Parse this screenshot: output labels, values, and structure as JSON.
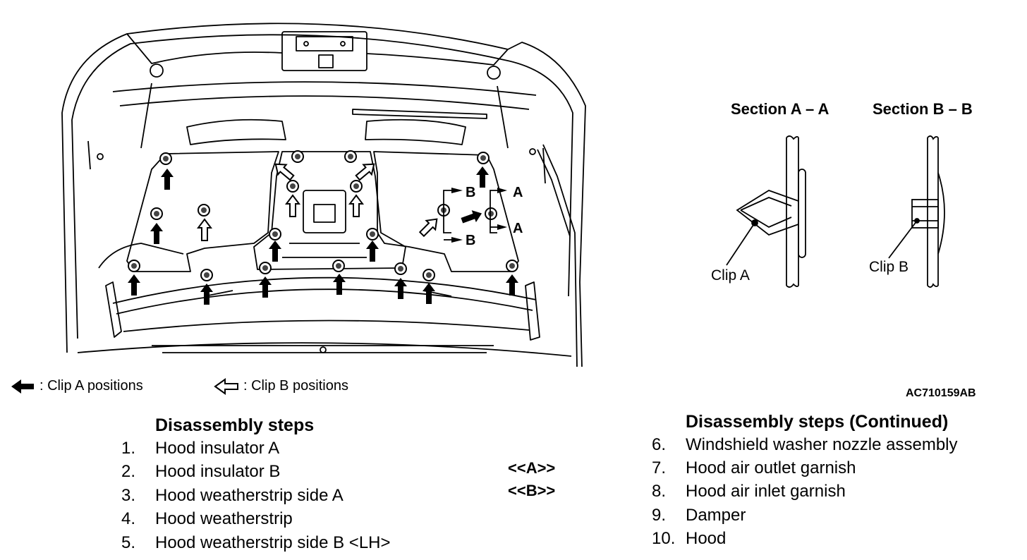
{
  "figure_code": "AC710159AB",
  "legend": {
    "clip_a": ": Clip A positions",
    "clip_b": ": Clip B positions"
  },
  "sections": {
    "a_title": "Section A – A",
    "b_title": "Section B – B",
    "clip_a": "Clip A",
    "clip_b": "Clip B"
  },
  "callouts": {
    "a1": "A",
    "a2": "A",
    "b1": "B",
    "b2": "B"
  },
  "steps_left": {
    "title": "Disassembly steps",
    "items": [
      {
        "num": "1.",
        "text": "Hood insulator A",
        "ref": ""
      },
      {
        "num": "2.",
        "text": "Hood insulator B",
        "ref": "<<A>>"
      },
      {
        "num": "3.",
        "text": "Hood weatherstrip side A",
        "ref": "<<B>>"
      },
      {
        "num": "4.",
        "text": "Hood weatherstrip",
        "ref": ""
      },
      {
        "num": "5.",
        "text": "Hood weatherstrip side B <LH>",
        "ref": ""
      }
    ]
  },
  "steps_right": {
    "title": "Disassembly steps (Continued)",
    "items": [
      {
        "num": "6.",
        "text": "Windshield washer nozzle assembly"
      },
      {
        "num": "7.",
        "text": "Hood air outlet garnish"
      },
      {
        "num": "8.",
        "text": "Hood air inlet garnish"
      },
      {
        "num": "9.",
        "text": "Damper"
      },
      {
        "num": "10.",
        "text": "Hood"
      }
    ]
  }
}
